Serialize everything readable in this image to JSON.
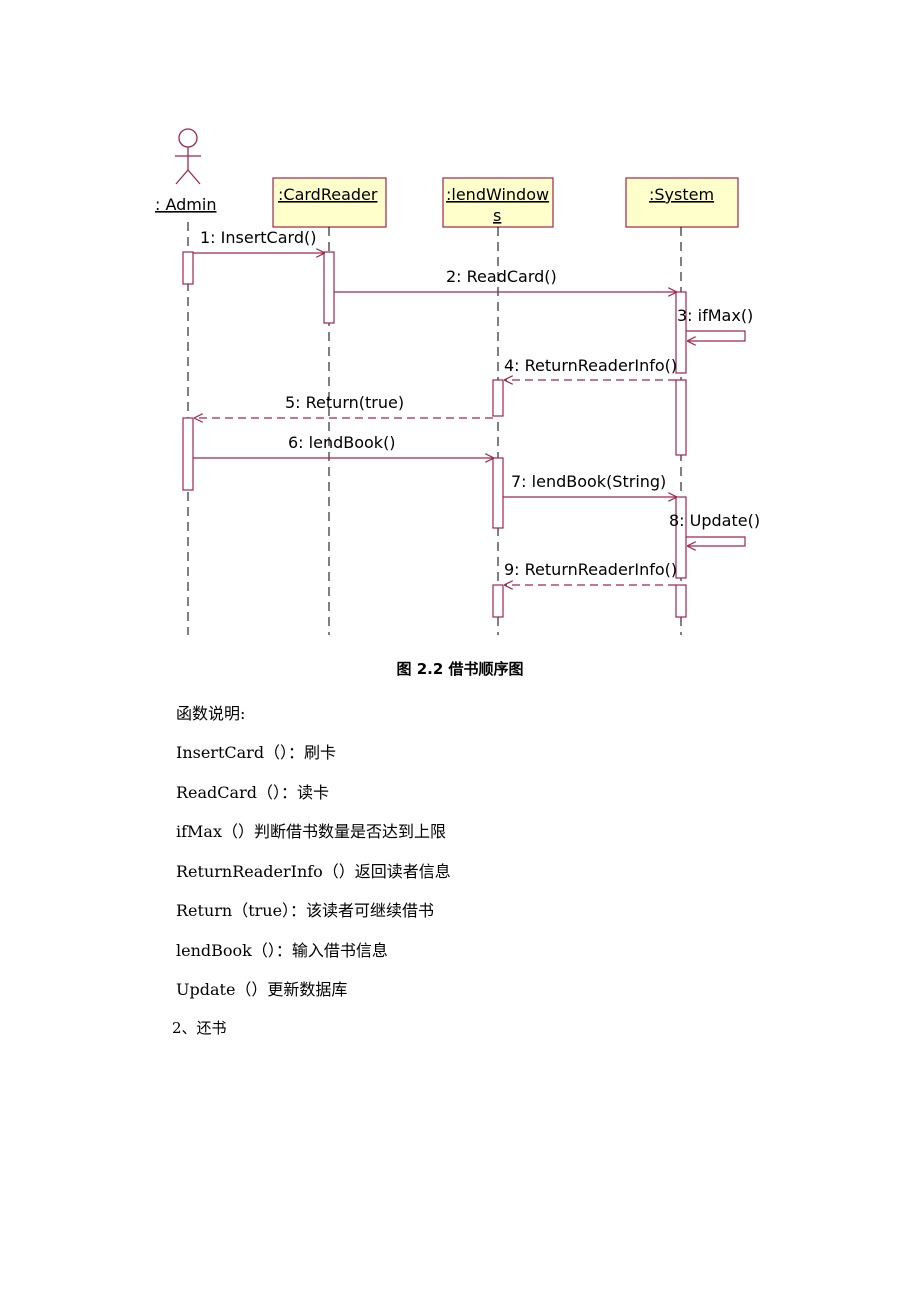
{
  "diagram": {
    "actor": ": Admin",
    "objects": [
      ":CardReader",
      ":lendWindow",
      "s",
      ":System"
    ],
    "messages": [
      "1: InsertCard()",
      "2: ReadCard()",
      "3: ifMax()",
      "4: ReturnReaderInfo()",
      "5: Return(true)",
      "6: lendBook()",
      "7: lendBook(String)",
      "8: Update()",
      "9: ReturnReaderInfo()"
    ]
  },
  "caption": "图 2.2  借书顺序图",
  "content": {
    "intro": "函数说明:",
    "lines": [
      "InsertCard（）：刷卡",
      "ReadCard（）：读卡",
      "ifMax（）判断借书数量是否达到上限",
      "ReturnReaderInfo（）返回读者信息",
      "Return（true）：该读者可继续借书",
      "lendBook（）：输入借书信息",
      "Update（）更新数据库"
    ],
    "section": "2、还书"
  },
  "colors": {
    "line": "#a0264a",
    "object_fill": "#ffffcc",
    "lifeline": "#000000"
  }
}
